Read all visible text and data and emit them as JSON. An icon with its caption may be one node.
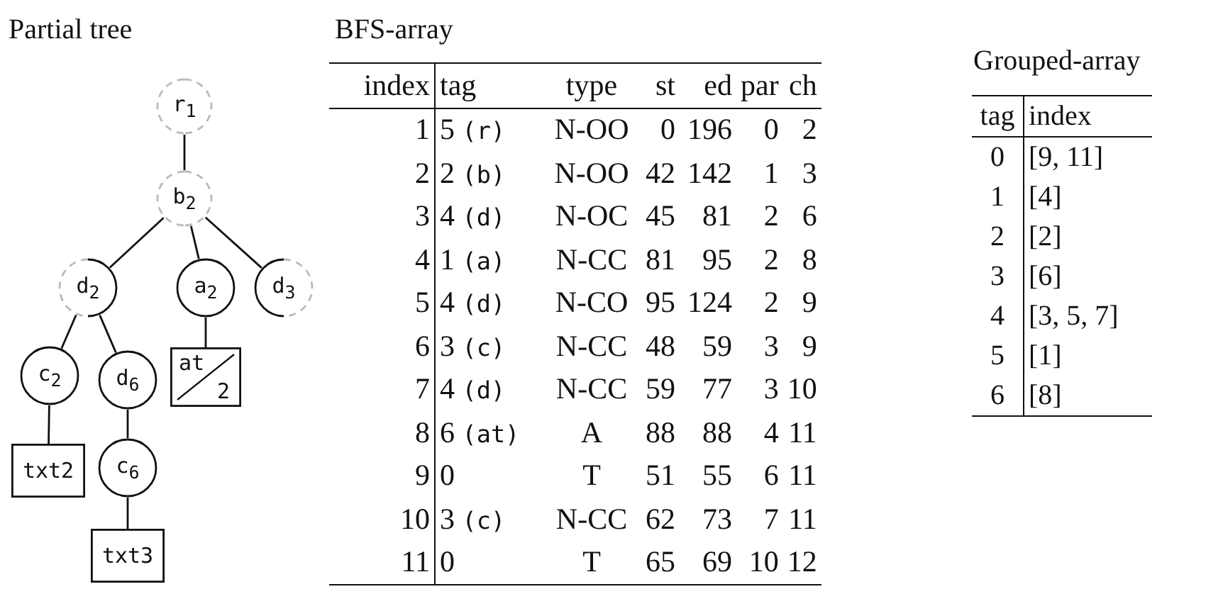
{
  "diagram": {
    "nodes": [
      {
        "text": [
          "r$_{1}$"
        ]
      },
      {
        "text": [
          "b$_{2}$"
        ]
      },
      {
        "text": [
          "d$_{2}$"
        ]
      },
      {
        "text": [
          "a$_{2}$"
        ]
      },
      {
        "text": [
          "d$_{3}$"
        ]
      },
      {
        "text": [
          "c$_{2}$"
        ]
      },
      {
        "text": [
          "d$_{6}$"
        ]
      },
      {
        "text": [
          "at",
          "2"
        ]
      },
      {
        "text": [
          "txt2"
        ]
      },
      {
        "text": [
          "c$_{6}$"
        ]
      },
      {
        "text": [
          "txt3"
        ]
      }
    ],
    "edges": [
      {
        "from": 0,
        "to": 1,
        "arrow": "none"
      },
      {
        "from": 1,
        "to": 2,
        "arrow": "none"
      },
      {
        "from": 1,
        "to": 3,
        "arrow": "none"
      },
      {
        "from": 1,
        "to": 4,
        "arrow": "none"
      },
      {
        "from": 2,
        "to": 5,
        "arrow": "none"
      },
      {
        "from": 2,
        "to": 6,
        "arrow": "none"
      },
      {
        "from": 3,
        "to": 7,
        "arrow": "none"
      },
      {
        "from": 5,
        "to": 8,
        "arrow": "none"
      },
      {
        "from": 6,
        "to": 9,
        "arrow": "none"
      },
      {
        "from": 9,
        "to": 10,
        "arrow": "none"
      }
    ],
    "labels": [
      "Partial tree",
      "BFS-array",
      "index",
      "tag",
      "type",
      "st",
      "ed",
      "par",
      "ch",
      "1",
      "5 (r)",
      "N-OO",
      "0",
      "196",
      "0",
      "2",
      "2",
      "2 (b)",
      "N-OO",
      "42",
      "142",
      "1",
      "3",
      "3",
      "4 (d)",
      "N-OC",
      "45",
      "81",
      "2",
      "6",
      "4",
      "1 (a)",
      "N-CC",
      "81",
      "95",
      "2",
      "8",
      "5",
      "4 (d)",
      "N-CO",
      "95",
      "124",
      "2",
      "9",
      "6",
      "3 (c)",
      "N-CC",
      "48",
      "59",
      "3",
      "9",
      "7",
      "4 (d)",
      "N-CC",
      "59",
      "77",
      "3",
      "10",
      "8",
      "6 (at)",
      "A",
      "88",
      "88",
      "4",
      "11",
      "9",
      "0",
      "T",
      "51",
      "55",
      "6",
      "11",
      "10",
      "3 (c)",
      "N-CC",
      "62",
      "73",
      "7",
      "11",
      "11",
      "0",
      "T",
      "65",
      "69",
      "10",
      "12",
      "Grouped-array",
      "tag",
      "index",
      "0",
      "[9, 11]",
      "1",
      "[4]",
      "2",
      "[2]",
      "3",
      "[6]",
      "4",
      "[3, 5, 7]",
      "5",
      "[1]",
      "6",
      "[8]"
    ]
  }
}
